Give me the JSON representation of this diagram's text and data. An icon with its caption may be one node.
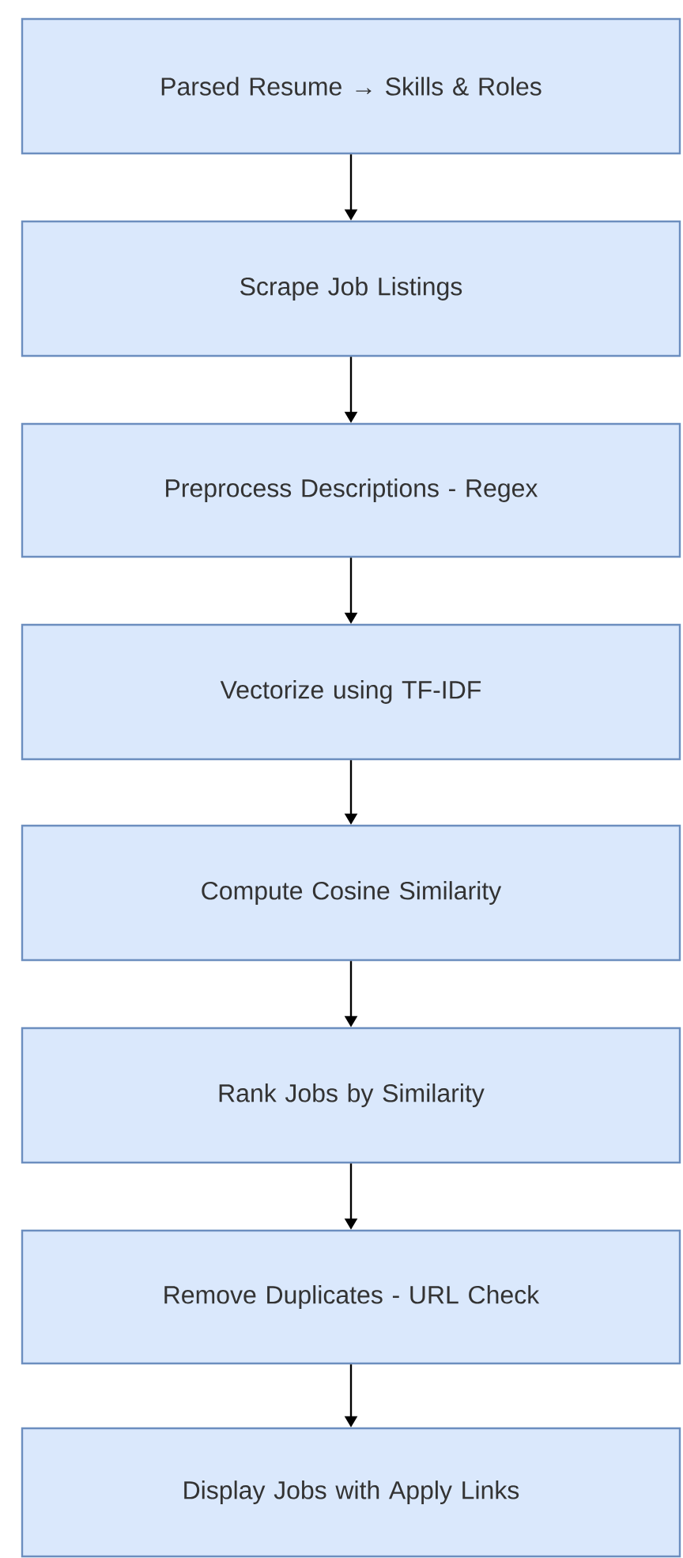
{
  "diagram": {
    "nodes": [
      {
        "text": [
          "Parsed Resume → Skills & Roles"
        ]
      },
      {
        "text": [
          "Scrape Job Listings"
        ]
      },
      {
        "text": [
          "Preprocess Descriptions - Regex"
        ]
      },
      {
        "text": [
          "Vectorize using TF-IDF"
        ]
      },
      {
        "text": [
          "Compute Cosine Similarity"
        ]
      },
      {
        "text": [
          "Rank Jobs by Similarity"
        ]
      },
      {
        "text": [
          "Remove Duplicates - URL Check"
        ]
      },
      {
        "text": [
          "Display Jobs with Apply Links"
        ]
      }
    ],
    "edges": [
      {
        "from": 0,
        "to": 1,
        "arrow": "to"
      },
      {
        "from": 1,
        "to": 2,
        "arrow": "to"
      },
      {
        "from": 2,
        "to": 3,
        "arrow": "to"
      },
      {
        "from": 3,
        "to": 4,
        "arrow": "to"
      },
      {
        "from": 4,
        "to": 5,
        "arrow": "to"
      },
      {
        "from": 5,
        "to": 6,
        "arrow": "to"
      },
      {
        "from": 6,
        "to": 7,
        "arrow": "to"
      }
    ]
  }
}
